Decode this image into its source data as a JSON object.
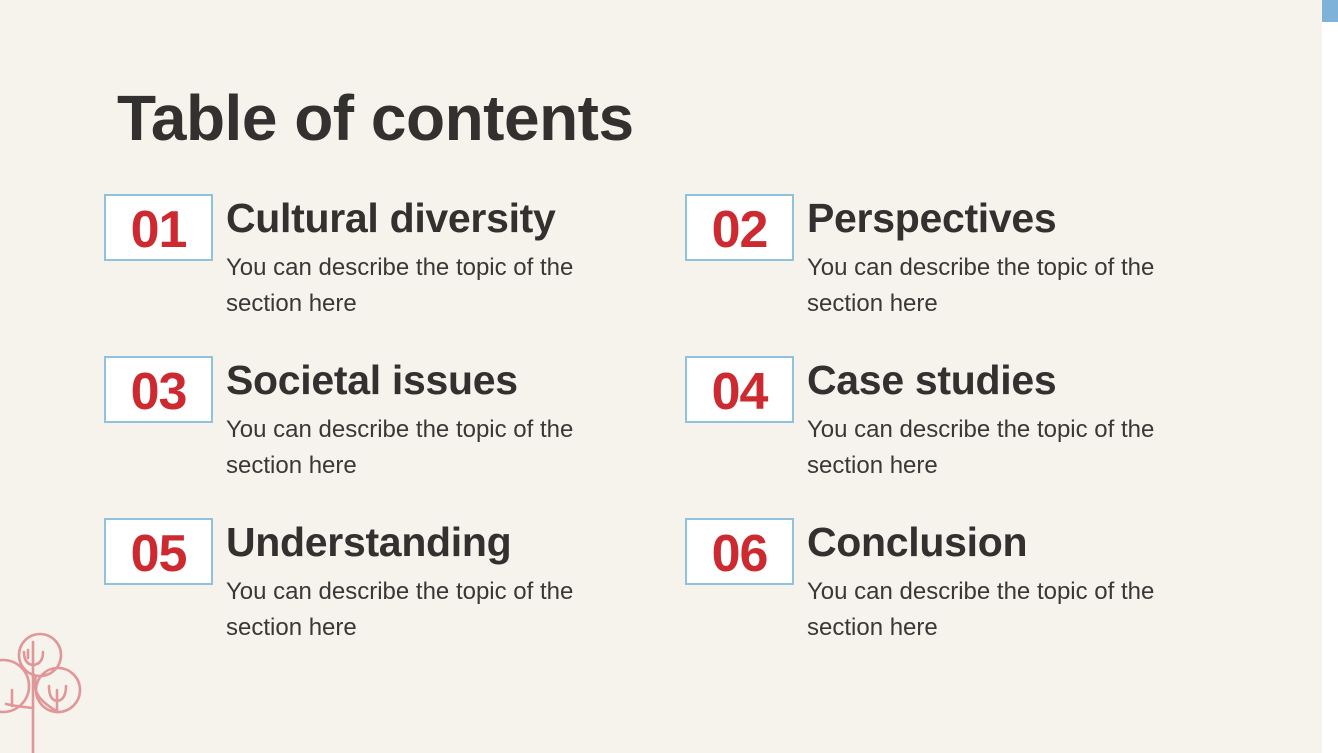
{
  "slide": {
    "title": "Table of contents",
    "colors": {
      "background": "#f6f3ec",
      "number": "#cc2a30",
      "box_border": "#8fc3dd",
      "text": "#333130",
      "accent_blue": "#7fb2d9",
      "tree": "#e0979a"
    },
    "items": [
      {
        "number": "01",
        "heading": "Cultural diversity",
        "description": "You can describe the topic of the section here"
      },
      {
        "number": "02",
        "heading": "Perspectives",
        "description": "You can describe the topic of the section here"
      },
      {
        "number": "03",
        "heading": "Societal issues",
        "description": "You can describe the topic of the section here"
      },
      {
        "number": "04",
        "heading": "Case studies",
        "description": "You can describe the topic of the section here"
      },
      {
        "number": "05",
        "heading": "Understanding",
        "description": "You can describe the topic of the section here"
      },
      {
        "number": "06",
        "heading": "Conclusion",
        "description": "You can describe the topic of the section here"
      }
    ],
    "decorations": {
      "bottom_left": "tree-icon",
      "top_right": "blue-accent-bar"
    }
  }
}
